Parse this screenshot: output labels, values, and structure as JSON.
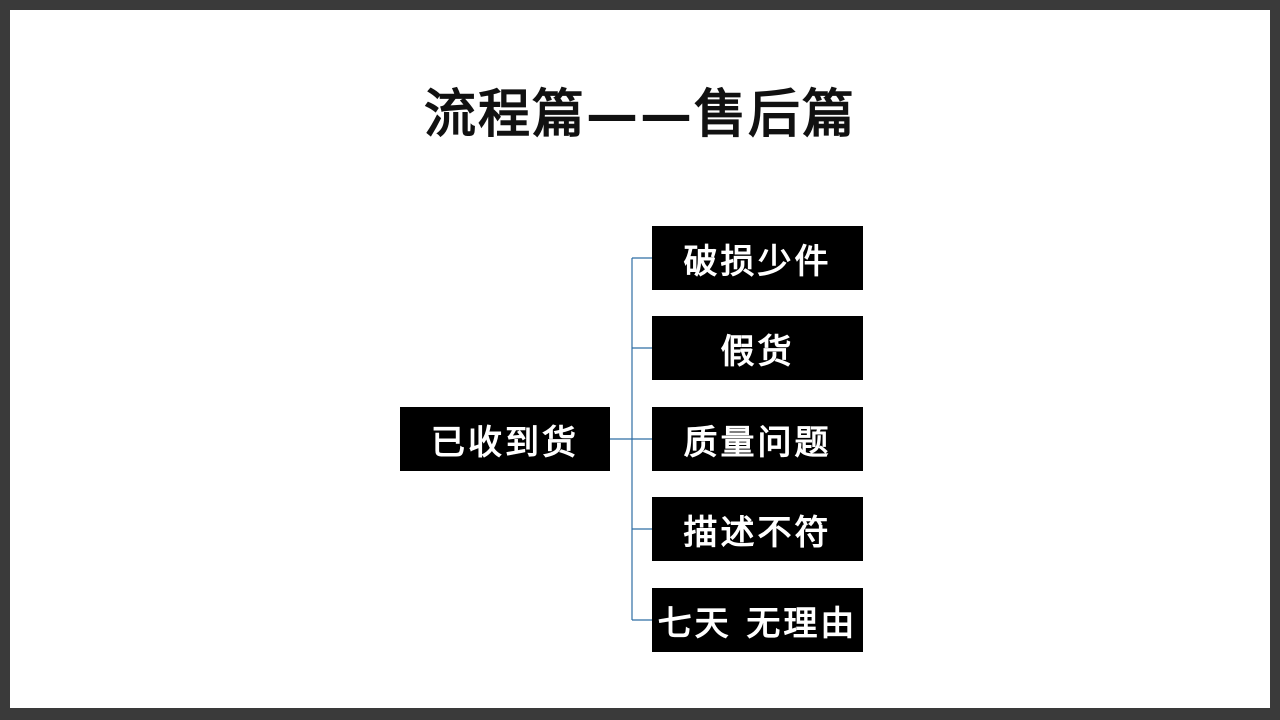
{
  "title": "流程篇——售后篇",
  "tree": {
    "root": {
      "label": "已收到货"
    },
    "children": [
      {
        "label": "破损少件"
      },
      {
        "label": "假货"
      },
      {
        "label": "质量问题"
      },
      {
        "label": "描述不符"
      },
      {
        "label": "七天 无理由"
      }
    ]
  },
  "colors": {
    "box_background": "#000000",
    "box_text": "#ffffff",
    "connector": "#2e6da4",
    "title_text": "#111111",
    "slide_background": "#ffffff",
    "frame": "#3a3a3a"
  }
}
